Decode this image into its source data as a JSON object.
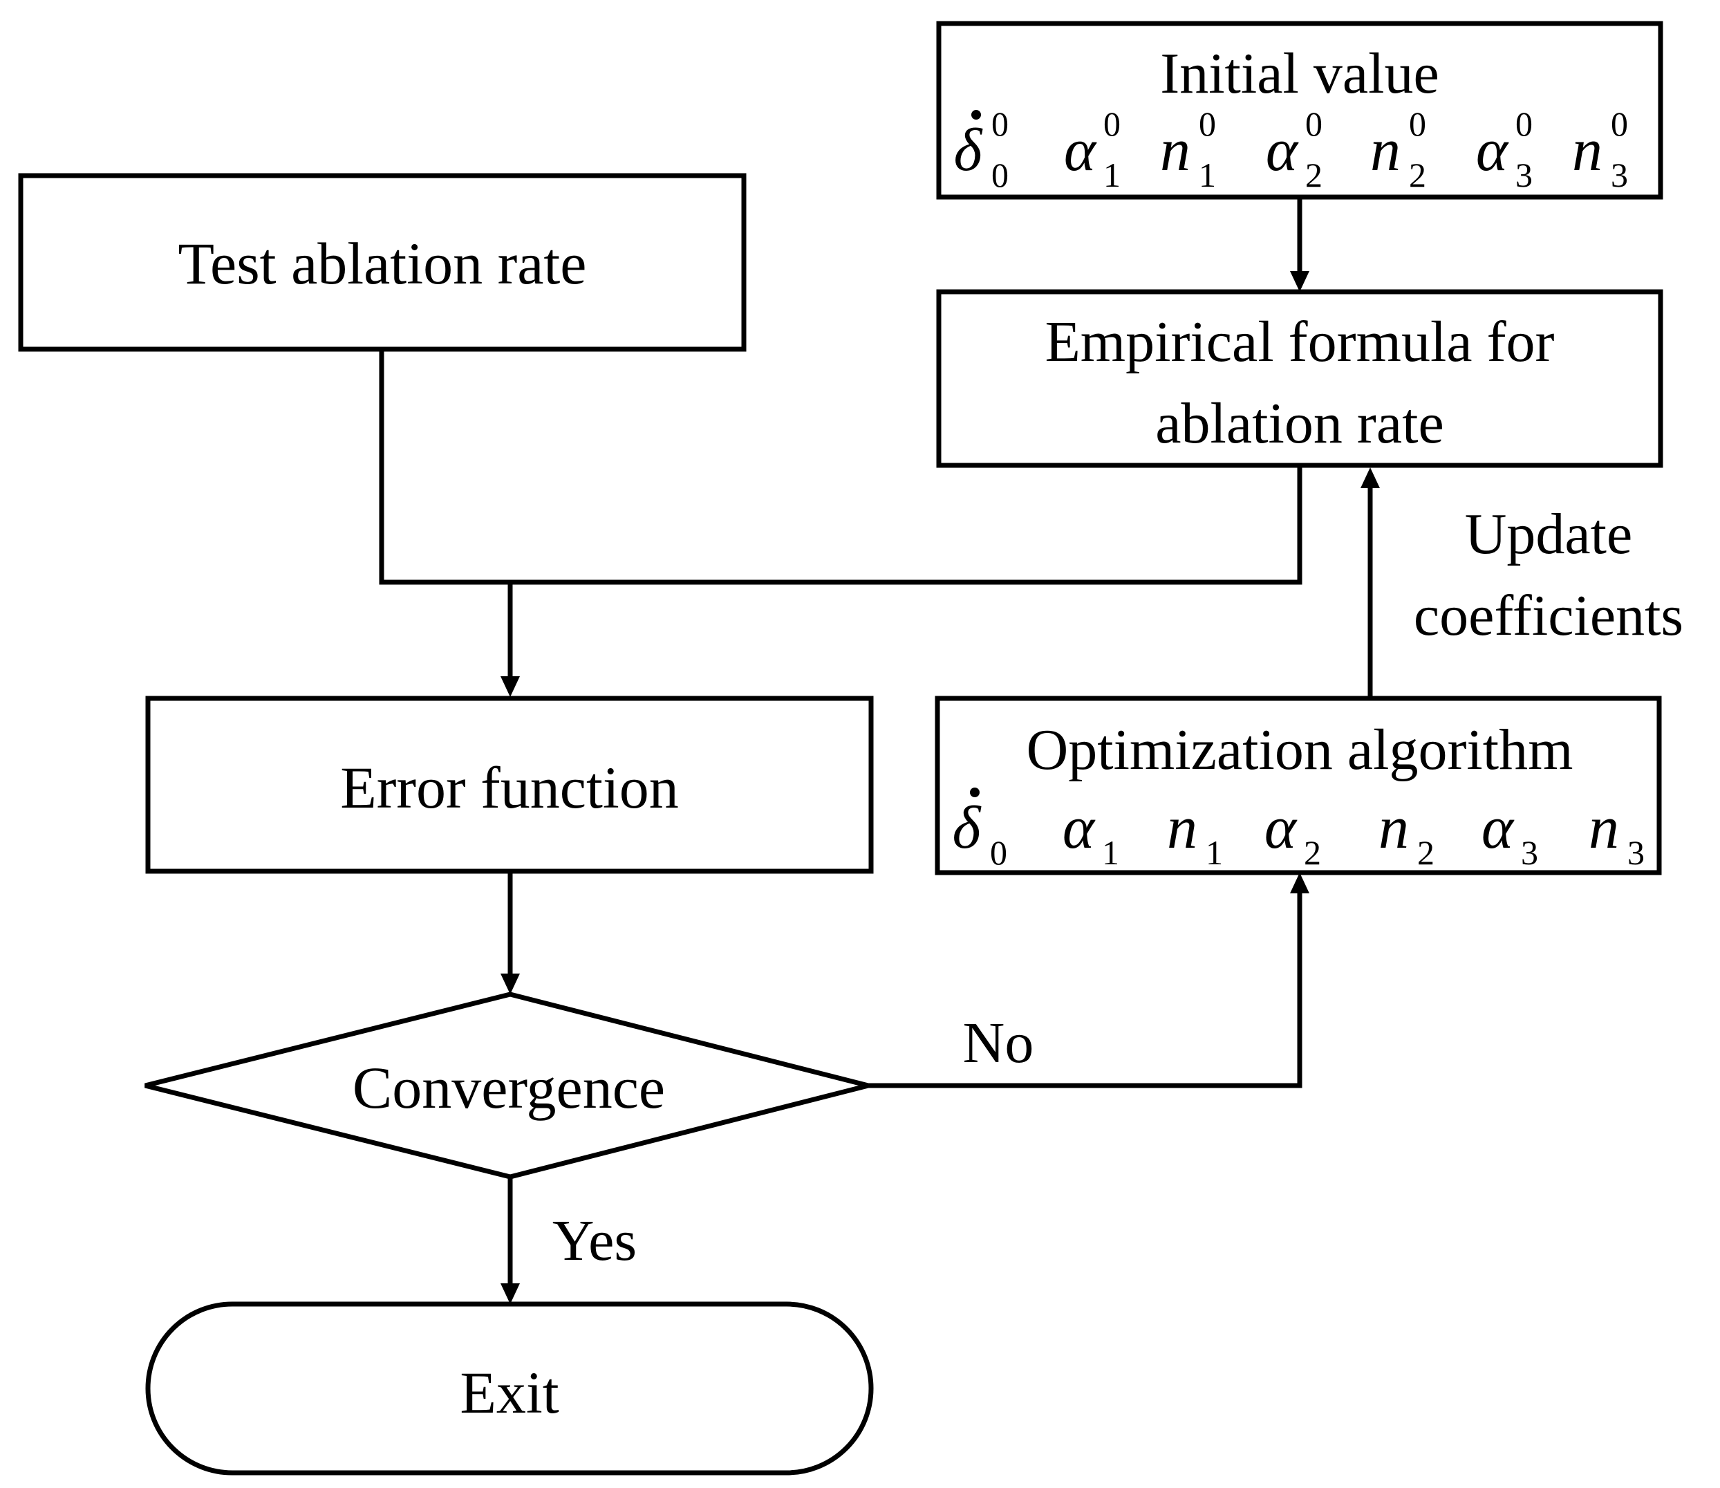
{
  "nodes": {
    "test_ablation_rate": {
      "label": "Test ablation rate"
    },
    "initial_value": {
      "title": "Initial value",
      "params": [
        {
          "sym": "δ",
          "sub": "0",
          "sup": "0",
          "dot": true
        },
        {
          "sym": "α",
          "sub": "1",
          "sup": "0",
          "dot": false
        },
        {
          "sym": "n",
          "sub": "1",
          "sup": "0",
          "dot": false
        },
        {
          "sym": "α",
          "sub": "2",
          "sup": "0",
          "dot": false
        },
        {
          "sym": "n",
          "sub": "2",
          "sup": "0",
          "dot": false
        },
        {
          "sym": "α",
          "sub": "3",
          "sup": "0",
          "dot": false
        },
        {
          "sym": "n",
          "sub": "3",
          "sup": "0",
          "dot": false
        }
      ]
    },
    "empirical_formula": {
      "line1": "Empirical  formula  for",
      "line2": "ablation rate"
    },
    "error_function": {
      "label": "Error function"
    },
    "optimization_algorithm": {
      "title": "Optimization  algorithm",
      "params": [
        {
          "sym": "δ",
          "sub": "0",
          "dot": true
        },
        {
          "sym": "α",
          "sub": "1",
          "dot": false
        },
        {
          "sym": "n",
          "sub": "1",
          "dot": false
        },
        {
          "sym": "α",
          "sub": "2",
          "dot": false
        },
        {
          "sym": "n",
          "sub": "2",
          "dot": false
        },
        {
          "sym": "α",
          "sub": "3",
          "dot": false
        },
        {
          "sym": "n",
          "sub": "3",
          "dot": false
        }
      ]
    },
    "convergence": {
      "label": "Convergence"
    },
    "exit": {
      "label": "Exit"
    }
  },
  "edge_labels": {
    "update_line1": "Update",
    "update_line2": "coefficients",
    "no": "No",
    "yes": "Yes"
  }
}
